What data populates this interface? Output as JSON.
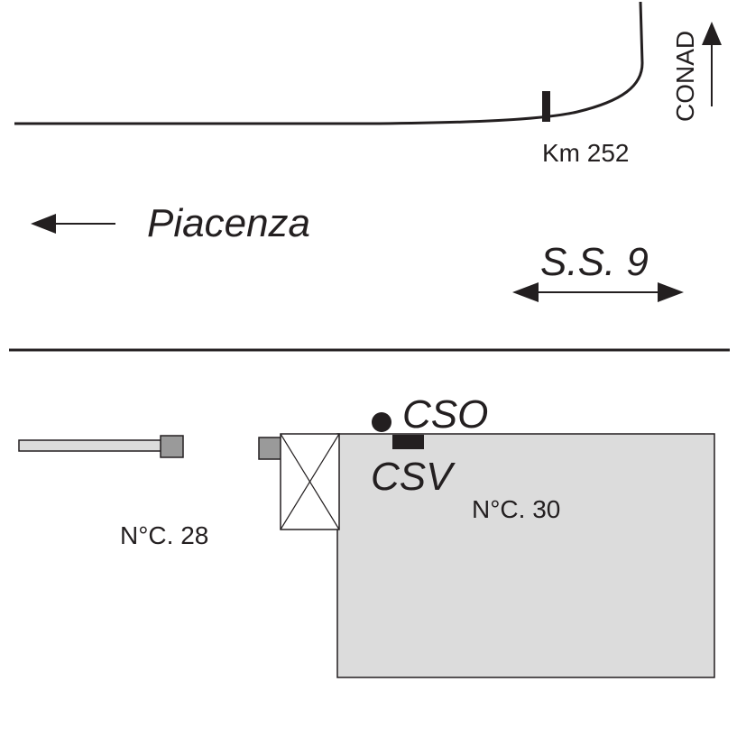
{
  "labels": {
    "destination_top": "CONAD",
    "km_marker": "Km 252",
    "direction_left": "Piacenza",
    "road_name": "S.S. 9",
    "building_left": "N°C. 28",
    "building_right": "N°C. 30",
    "marker_cso": "CSO",
    "marker_csv": "CSV"
  },
  "colors": {
    "ink": "#231f20",
    "building_fill": "#dcdcdc",
    "post_fill": "#9a9a9a",
    "gate_bar_fill": "#dcdcdc"
  }
}
